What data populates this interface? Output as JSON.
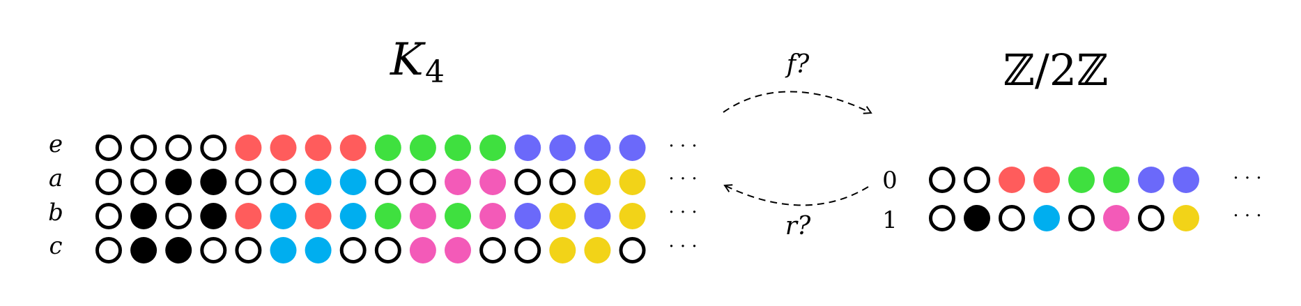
{
  "left": {
    "title": "K",
    "title_subscript": "4",
    "rows": [
      {
        "label": "e",
        "dots": [
          "W",
          "W",
          "W",
          "W",
          "red",
          "red",
          "red",
          "red",
          "green",
          "green",
          "green",
          "green",
          "violet",
          "violet",
          "violet",
          "violet"
        ]
      },
      {
        "label": "a",
        "dots": [
          "W",
          "W",
          "K",
          "K",
          "W",
          "W",
          "cyan",
          "cyan",
          "W",
          "W",
          "magenta",
          "magenta",
          "W",
          "W",
          "yellow",
          "yellow"
        ]
      },
      {
        "label": "b",
        "dots": [
          "W",
          "K",
          "W",
          "K",
          "red",
          "cyan",
          "red",
          "cyan",
          "green",
          "magenta",
          "green",
          "magenta",
          "violet",
          "yellow",
          "violet",
          "yellow"
        ]
      },
      {
        "label": "c",
        "dots": [
          "W",
          "K",
          "K",
          "W",
          "W",
          "cyan",
          "cyan",
          "W",
          "W",
          "magenta",
          "magenta",
          "W",
          "W",
          "yellow",
          "yellow",
          "W"
        ]
      }
    ],
    "ellipsis": "· · ·"
  },
  "right": {
    "title": "ℤ/2ℤ",
    "rows": [
      {
        "label": "0",
        "dots": [
          "W",
          "W",
          "red",
          "red",
          "green",
          "green",
          "violet",
          "violet"
        ]
      },
      {
        "label": "1",
        "dots": [
          "W",
          "K",
          "W",
          "cyan",
          "W",
          "magenta",
          "W",
          "yellow"
        ]
      }
    ],
    "ellipsis": "· · ·"
  },
  "arrows": {
    "forward_label": "f?",
    "backward_label": "r?"
  },
  "colors": {
    "W": "#ffffff",
    "K": "#000000",
    "red": "#ff5c5c",
    "green": "#3fe03f",
    "violet": "#6b69fa",
    "cyan": "#00aeef",
    "magenta": "#f35ab8",
    "yellow": "#f2d318",
    "stroke": "#000000"
  }
}
